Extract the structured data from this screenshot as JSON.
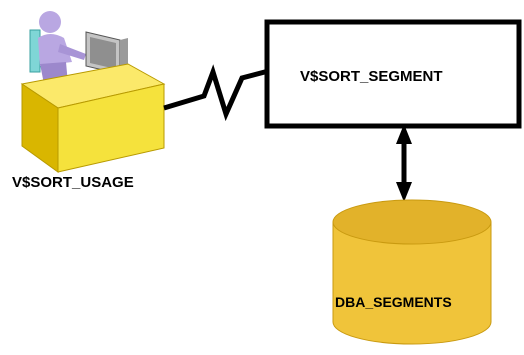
{
  "nodes": {
    "user_workstation": {
      "label": "V$SORT_USAGE"
    },
    "sort_segment_view": {
      "label": "V$SORT_SEGMENT"
    },
    "dba_segments_db": {
      "label": "DBA_SEGMENTS"
    }
  },
  "colors": {
    "desk_yellow": "#f5e23c",
    "desk_shadow": "#c9a800",
    "cylinder_gold": "#f0c43a",
    "cylinder_dark": "#c99a10",
    "person_purple": "#b9a7e2",
    "monitor_gray": "#b5b5b5",
    "line_black": "#000000"
  }
}
